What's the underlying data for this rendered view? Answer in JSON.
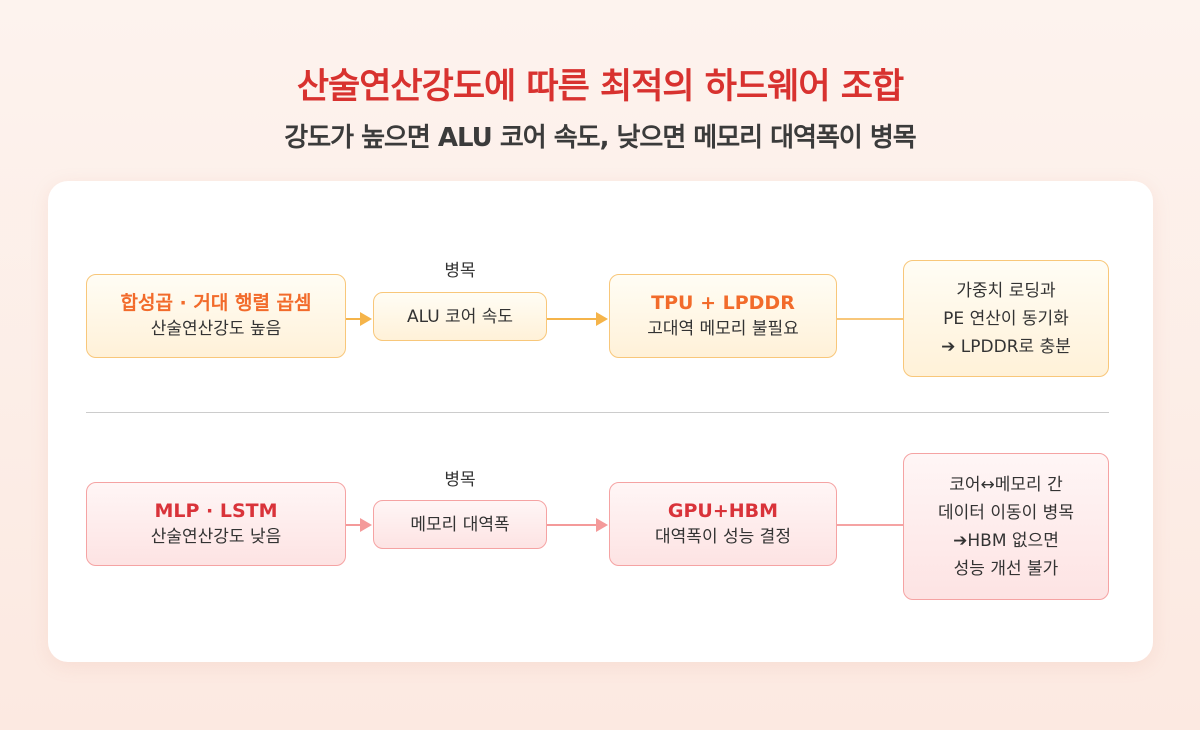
{
  "title": "산술연산강도에 따른 최적의 하드웨어 조합",
  "subtitle": "강도가 높으면 ALU 코어 속도, 낮으면 메모리 대역폭이 병목",
  "colors": {
    "orange": "#f26b2b",
    "red": "#d9333a",
    "title": "#d8322f"
  },
  "rows": [
    {
      "workload_title": "합성곱 · 거대 행렬 곱셈",
      "workload_desc": "산술연산강도 높음",
      "bottleneck_label": "병목",
      "bottleneck": "ALU 코어 속도",
      "hw_title": "TPU + LPDDR",
      "hw_desc": "고대역 메모리 불필요",
      "note": [
        "가중치 로딩과",
        "PE 연산이 동기화",
        "➔ LPDDR로 충분"
      ]
    },
    {
      "workload_title": "MLP · LSTM",
      "workload_desc": "산술연산강도 낮음",
      "bottleneck_label": "병목",
      "bottleneck": "메모리 대역폭",
      "hw_title": "GPU+HBM",
      "hw_desc": "대역폭이 성능 결정",
      "note": [
        "코어↔메모리 간",
        "데이터 이동이 병목",
        "➔HBM 없으면",
        "성능 개선 불가"
      ]
    }
  ]
}
